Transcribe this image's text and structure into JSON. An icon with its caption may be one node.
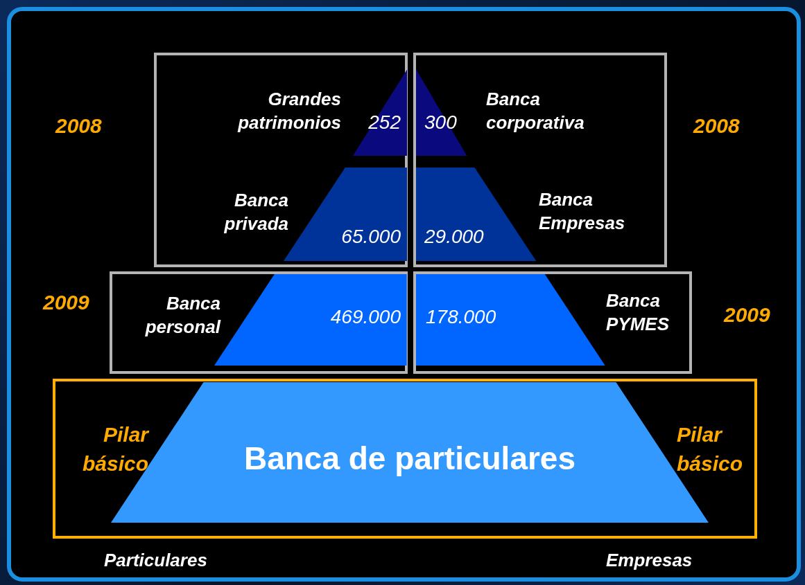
{
  "diagram": {
    "nodes": [
      {
        "text": [],
        "shape": "box"
      },
      {
        "text": [
          "252"
        ],
        "in": 0,
        "beside": [
          "Grandes patrimonios"
        ]
      },
      {
        "text": [
          "65.000"
        ],
        "in": 0,
        "beside": [
          "Banca privada"
        ]
      },
      {
        "text": [],
        "shape": "box"
      },
      {
        "text": [
          "300"
        ],
        "in": 3,
        "beside": [
          "Banca corporativa"
        ]
      },
      {
        "text": [
          "29.000"
        ],
        "in": 3,
        "beside": [
          "Banca Empresas"
        ]
      },
      {
        "text": [],
        "shape": "box"
      },
      {
        "text": [
          "469.000"
        ],
        "in": 6,
        "beside": [
          "Banca personal"
        ]
      },
      {
        "text": [],
        "shape": "box"
      },
      {
        "text": [
          "178.000"
        ],
        "in": 8,
        "beside": [
          "Banca PYMES"
        ]
      },
      {
        "text": [],
        "shape": "box"
      },
      {
        "text": [
          "Banca de particulares"
        ],
        "in": 10
      }
    ],
    "edges": [],
    "labels": [
      "2008",
      "2008",
      "2009",
      "2009",
      "Pilar básico",
      "Pilar básico",
      "Particulares",
      "Empresas"
    ]
  }
}
